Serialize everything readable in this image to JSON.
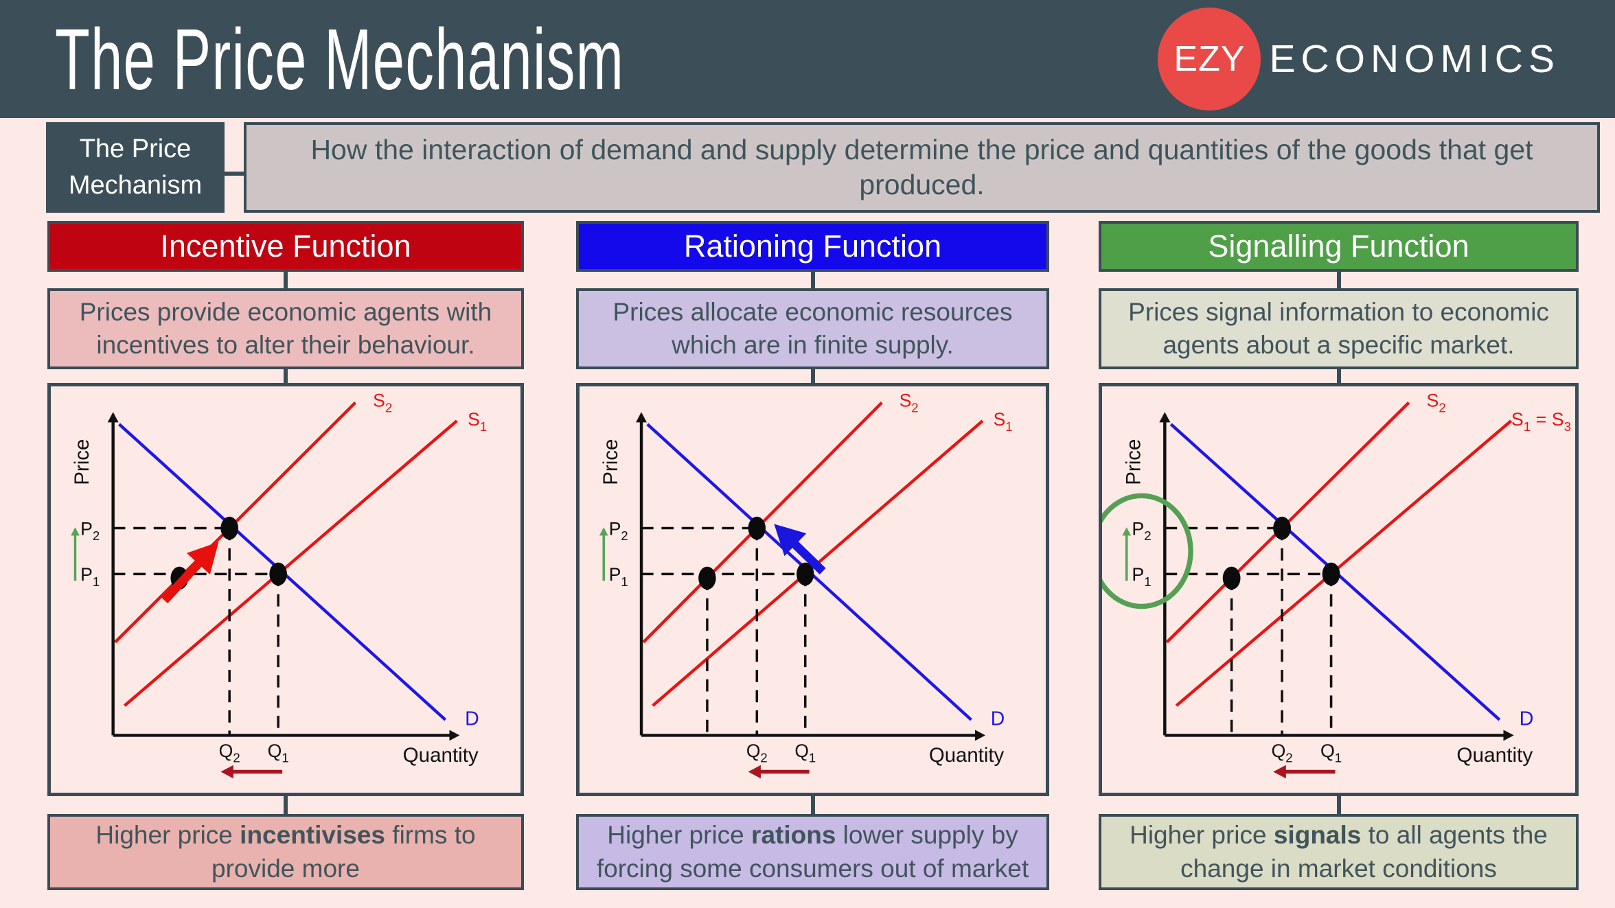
{
  "page": {
    "background": "#fde9e5",
    "accent_teal": "#3a4c55",
    "text_color": "#44565e"
  },
  "header": {
    "title": "The Price Mechanism",
    "logo": {
      "circle_text": "EZY",
      "brand_text": "ECONOMICS",
      "circle_color": "#ea4a47"
    }
  },
  "definition": {
    "term": "The Price Mechanism",
    "term_bg": "#3c4f58",
    "text": "How the interaction of demand and supply determine the price and quantities of the goods that get produced.",
    "text_bg": "#cdc5c5"
  },
  "columns": [
    {
      "header": {
        "label": "Incentive Function",
        "color": "#c00311"
      },
      "description": {
        "text": "Prices provide economic agents with incentives to alter their behaviour.",
        "bg": "#ecbcbc"
      },
      "conclusion": {
        "bg": "#e9b2ae",
        "segments": [
          {
            "text": "Higher price "
          },
          {
            "text": "incentivises",
            "bold": true
          },
          {
            "text": " firms to provide more"
          }
        ]
      }
    },
    {
      "header": {
        "label": "Rationing Function",
        "color": "#1409eb"
      },
      "description": {
        "text": "Prices allocate economic resources which are in finite supply.",
        "bg": "#cbc0e2"
      },
      "conclusion": {
        "bg": "#c7bbe6",
        "segments": [
          {
            "text": "Higher price "
          },
          {
            "text": "rations",
            "bold": true
          },
          {
            "text": " lower supply by forcing some consumers out of market"
          }
        ]
      }
    },
    {
      "header": {
        "label": "Signalling Function",
        "color": "#4f9f49"
      },
      "description": {
        "text": "Prices signal information to economic agents about a specific market.",
        "bg": "#dfdfd0"
      },
      "conclusion": {
        "bg": "#dbdcc5",
        "segments": [
          {
            "text": "Higher price "
          },
          {
            "text": "signals",
            "bold": true
          },
          {
            "text": " to all agents the change in market conditions"
          }
        ]
      }
    }
  ],
  "chart_data": [
    {
      "type": "line",
      "title": "Incentive Function",
      "xlabel": "Quantity",
      "ylabel": "Price",
      "grid": false,
      "legend": false,
      "series": [
        {
          "name": "D",
          "role": "demand",
          "color": "#1f16e8",
          "shape": "downward-sloping"
        },
        {
          "name": "S_1",
          "role": "initial supply",
          "color": "#e81414",
          "shape": "upward-sloping"
        },
        {
          "name": "S_2",
          "role": "reduced supply shifted left of S_1",
          "color": "#e81414",
          "shape": "upward-sloping"
        }
      ],
      "y_tick_labels": [
        "P_2",
        "P_1"
      ],
      "x_tick_labels": [
        "Q_2",
        "Q_1"
      ],
      "points": [
        {
          "at": "S_2 x D",
          "x": "Q_2",
          "y": "P_2",
          "meaning": "new equilibrium"
        },
        {
          "at": "S_1 x D",
          "x": "Q_1",
          "y": "P_1",
          "meaning": "initial equilibrium"
        },
        {
          "at": "S_2 at price P_1",
          "meaning": "start of movement along S_2"
        }
      ],
      "annotations": {
        "price_rise_arrow": {
          "color": "#57a557",
          "meaning": "price rises from P_1 to P_2"
        },
        "quantity_fall_arrow": {
          "color": "#aa1420",
          "meaning": "quantity falls from Q_1 to Q_2"
        },
        "movement_arrow": {
          "direction": "up-right along S_2",
          "color": "#e8100c"
        },
        "left_point_dashed_to_axis": false,
        "highlight_circle": null
      }
    },
    {
      "type": "line",
      "title": "Rationing Function",
      "xlabel": "Quantity",
      "ylabel": "Price",
      "grid": false,
      "legend": false,
      "series": [
        {
          "name": "D",
          "role": "demand",
          "color": "#1f16e8",
          "shape": "downward-sloping"
        },
        {
          "name": "S_1",
          "role": "initial supply",
          "color": "#e81414",
          "shape": "upward-sloping"
        },
        {
          "name": "S_2",
          "role": "reduced supply shifted left of S_1",
          "color": "#e81414",
          "shape": "upward-sloping"
        }
      ],
      "y_tick_labels": [
        "P_2",
        "P_1"
      ],
      "x_tick_labels": [
        "Q_2",
        "Q_1"
      ],
      "points": [
        {
          "at": "S_2 x D",
          "x": "Q_2",
          "y": "P_2",
          "meaning": "new equilibrium"
        },
        {
          "at": "S_1 x D",
          "x": "Q_1",
          "y": "P_1",
          "meaning": "initial equilibrium"
        },
        {
          "at": "S_2 at price P_1",
          "meaning": "reference point on S_2"
        }
      ],
      "annotations": {
        "price_rise_arrow": {
          "color": "#57a557",
          "meaning": "price rises from P_1 to P_2"
        },
        "quantity_fall_arrow": {
          "color": "#aa1420",
          "meaning": "quantity falls from Q_1 to Q_2"
        },
        "movement_arrow": {
          "direction": "up-left along D",
          "color": "#1b16dd"
        },
        "left_point_dashed_to_axis": true,
        "highlight_circle": null
      }
    },
    {
      "type": "line",
      "title": "Signalling Function",
      "xlabel": "Quantity",
      "ylabel": "Price",
      "grid": false,
      "legend": false,
      "series": [
        {
          "name": "D",
          "role": "demand",
          "color": "#1f16e8",
          "shape": "downward-sloping"
        },
        {
          "name": "S_1 = S_3",
          "role": "initial supply",
          "color": "#e81414",
          "shape": "upward-sloping"
        },
        {
          "name": "S_2",
          "role": "reduced supply shifted left of S_1",
          "color": "#e81414",
          "shape": "upward-sloping"
        }
      ],
      "y_tick_labels": [
        "P_2",
        "P_1"
      ],
      "x_tick_labels": [
        "Q_2",
        "Q_1"
      ],
      "points": [
        {
          "at": "S_2 x D",
          "x": "Q_2",
          "y": "P_2",
          "meaning": "new equilibrium"
        },
        {
          "at": "S_1 x D",
          "x": "Q_1",
          "y": "P_1",
          "meaning": "initial equilibrium"
        },
        {
          "at": "S_2 at price P_1",
          "meaning": "reference point on S_2"
        }
      ],
      "annotations": {
        "price_rise_arrow": {
          "color": "#57a557",
          "meaning": "price rises from P_1 to P_2"
        },
        "quantity_fall_arrow": {
          "color": "#aa1420",
          "meaning": "quantity falls from Q_1 to Q_2"
        },
        "movement_arrow": null,
        "left_point_dashed_to_axis": true,
        "highlight_circle": {
          "color": "#55a054",
          "around": "price axis labels P_2 and P_1"
        }
      }
    }
  ]
}
